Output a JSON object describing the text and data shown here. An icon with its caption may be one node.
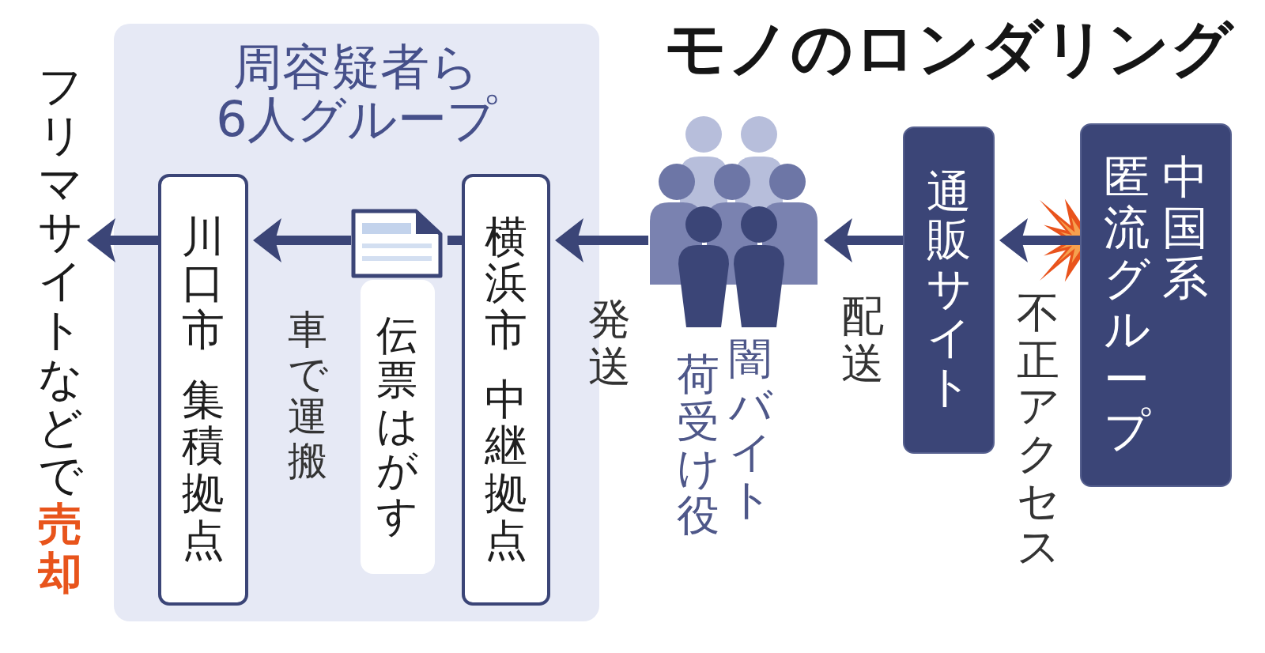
{
  "diagram": {
    "title": "モノのロンダリング",
    "nodes": [
      {
        "text": [
          "フリマサイトなどで**売却**"
        ]
      },
      {
        "text": [
          "周容疑者ら6人グループ"
        ]
      },
      {
        "text": [
          "川口市集積拠点"
        ],
        "in": 1
      },
      {
        "text": [
          "伝票はがす"
        ],
        "in": 1
      },
      {
        "text": [
          "横浜市中継拠点"
        ],
        "in": 1
      },
      {
        "text": [],
        "shape": "person",
        "beside": [
          "闇バイト荷受け役"
        ]
      },
      {
        "text": [
          "通販サイト"
        ]
      },
      {
        "text": [
          "中国系匿流グループ"
        ]
      }
    ],
    "edges": [
      {
        "from": 7,
        "to": 6,
        "arrow": "to",
        "label": "不正アクセス"
      },
      {
        "from": 6,
        "to": 5,
        "arrow": "to",
        "label": "配送"
      },
      {
        "from": 5,
        "to": 4,
        "arrow": "to",
        "label": "発送"
      },
      {
        "from": 4,
        "to": 3,
        "arrow": "none"
      },
      {
        "from": 3,
        "to": 2,
        "arrow": "to",
        "label": "車で運搬"
      },
      {
        "from": 2,
        "to": 0,
        "arrow": "to"
      }
    ]
  }
}
